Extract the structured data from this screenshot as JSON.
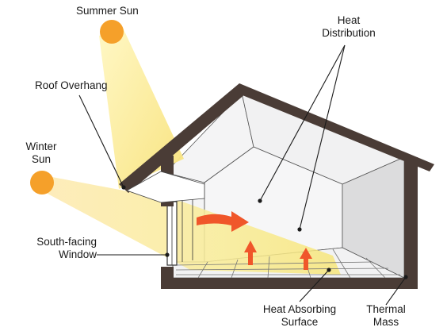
{
  "labels": {
    "summer_sun": "Summer Sun",
    "heat_distribution_line1": "Heat",
    "heat_distribution_line2": "Distribution",
    "roof_overhang": "Roof Overhang",
    "winter_sun_line1": "Winter",
    "winter_sun_line2": "Sun",
    "south_facing_window_line1": "South-facing",
    "south_facing_window_line2": "Window",
    "heat_absorbing_surface_line1": "Heat Absorbing",
    "heat_absorbing_surface_line2": "Surface",
    "thermal_mass_line1": "Thermal",
    "thermal_mass_line2": "Mass"
  },
  "colors": {
    "sun": "#f5a02a",
    "beam_light": "#fdf3a6",
    "beam_dark": "#f6d86a",
    "wall": "#4a3c36",
    "interior": "#f2f2f3",
    "interior_shade": "#dededf",
    "heat_arrow": "#f0562a",
    "leader": "#1a1a1a"
  }
}
